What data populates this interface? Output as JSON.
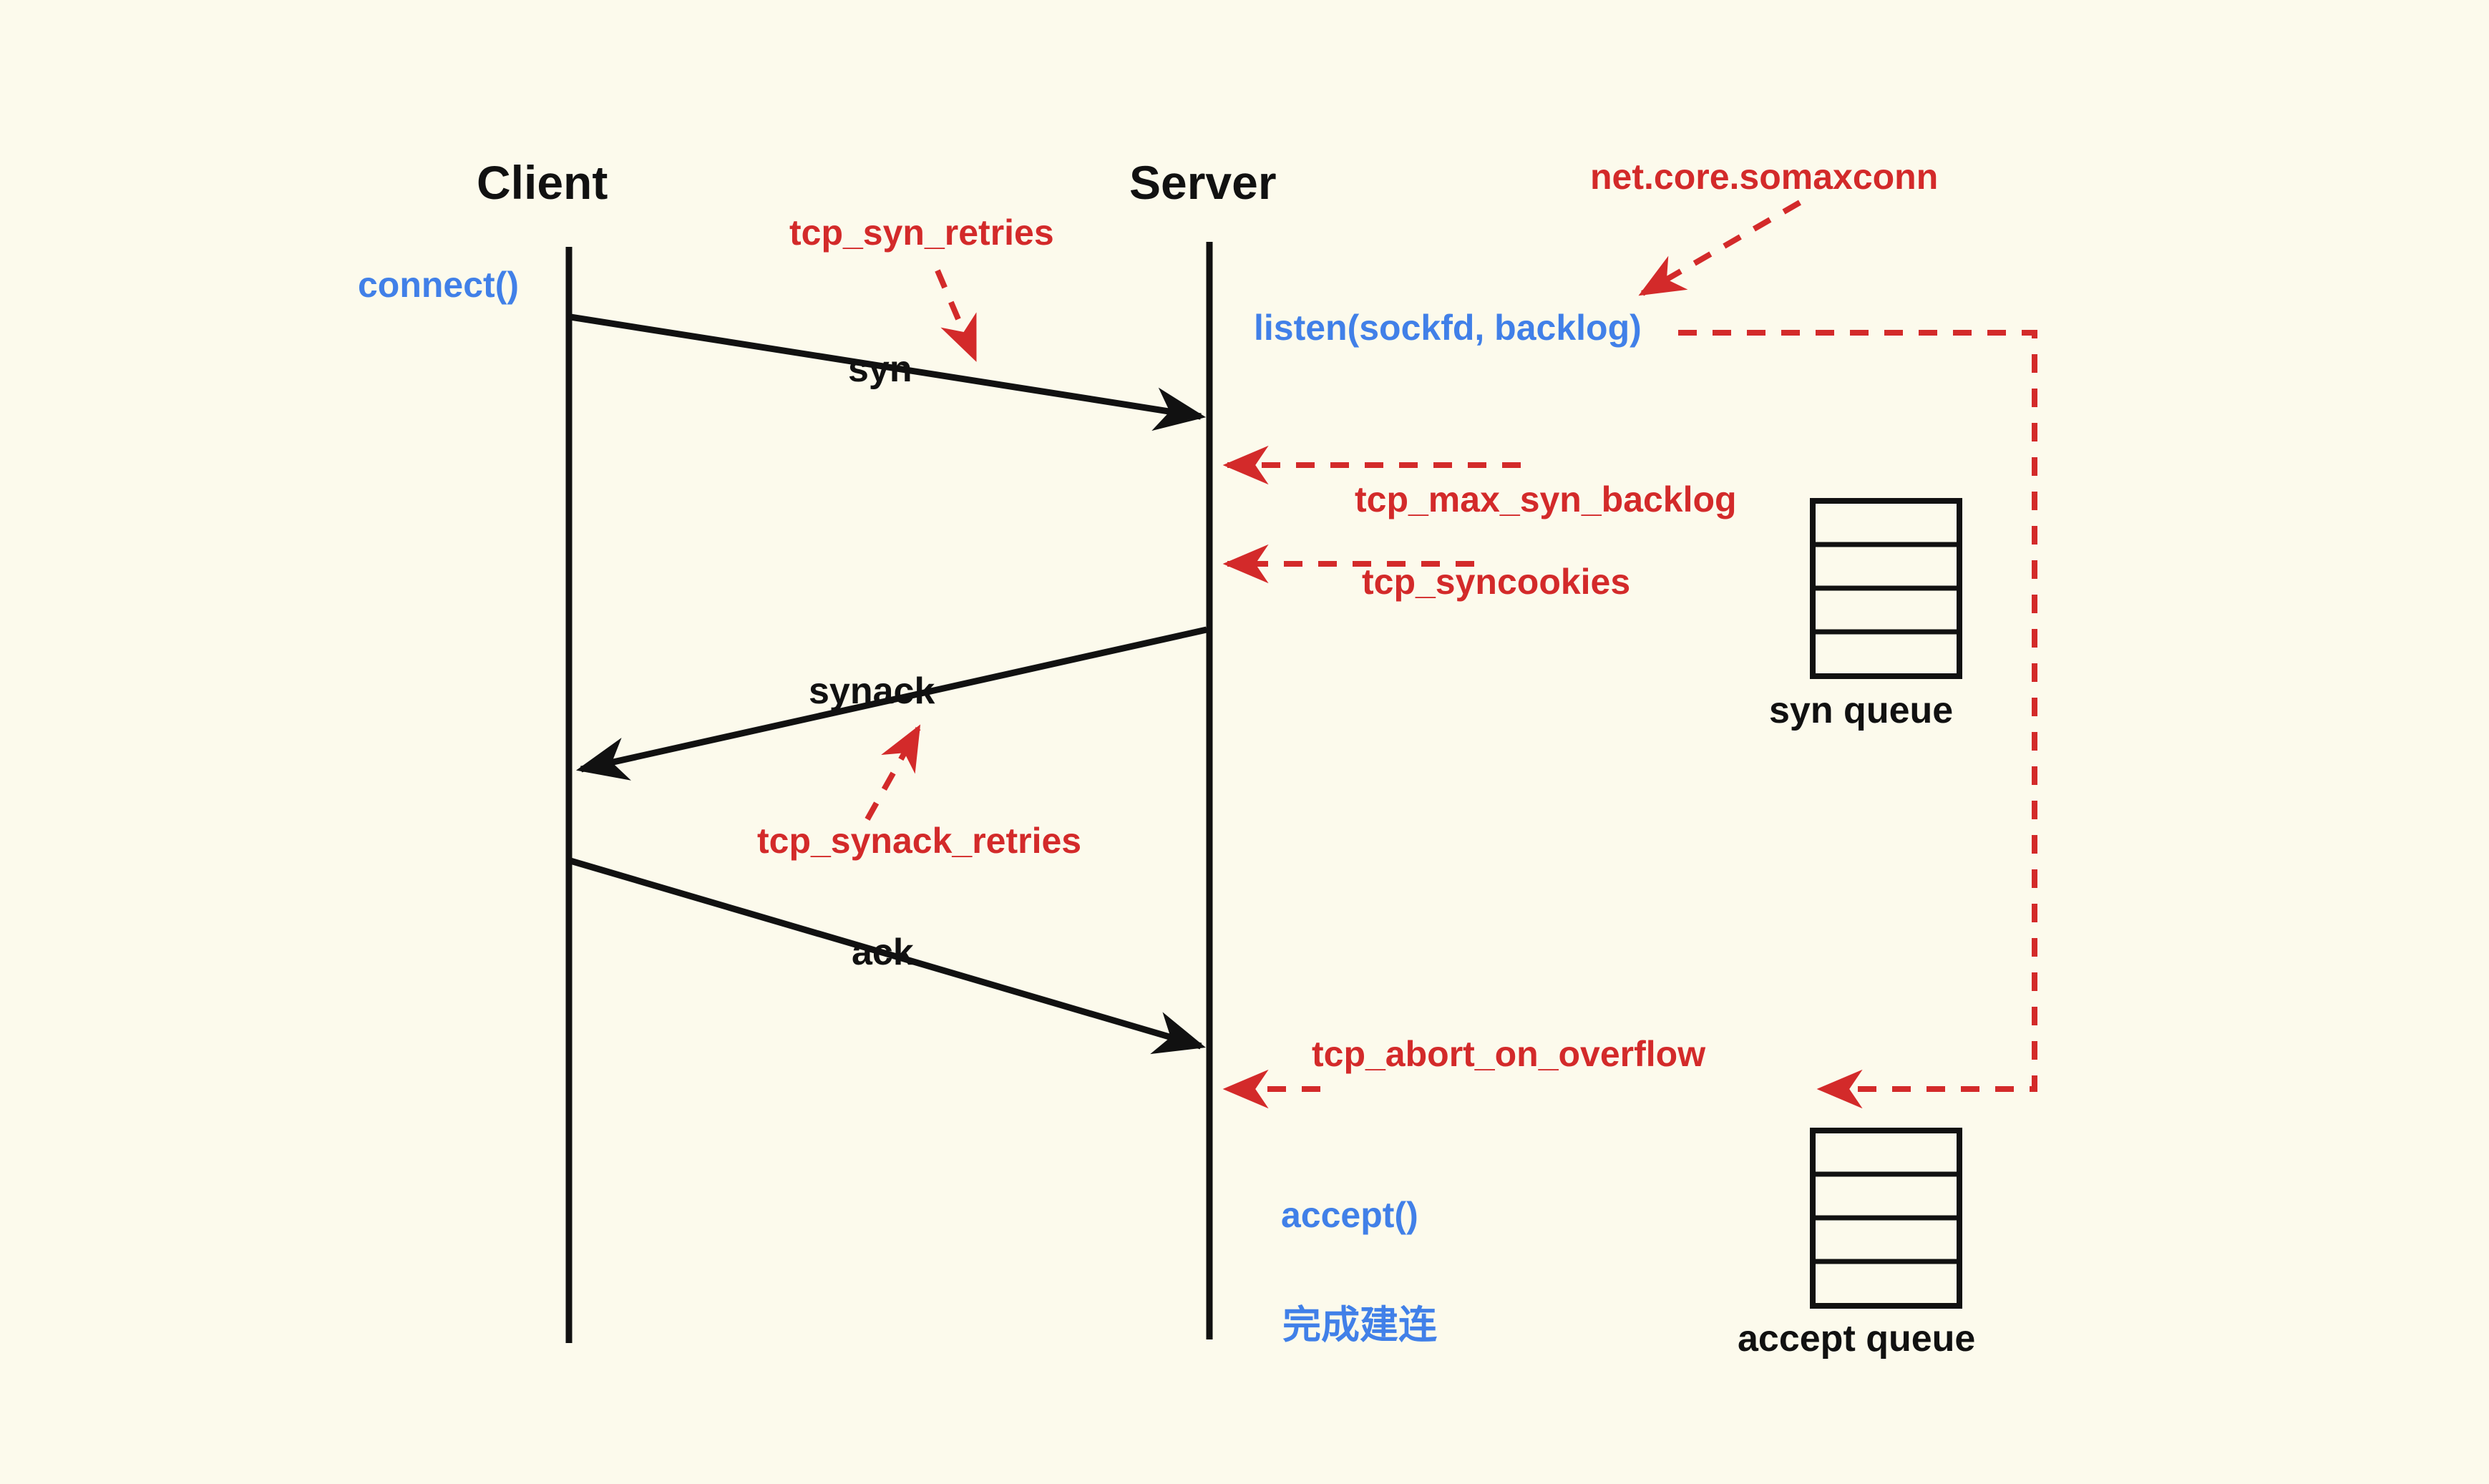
{
  "diagram": {
    "title_client": "Client",
    "title_server": "Server",
    "background_color": "#fcfaec",
    "colors": {
      "black": "#111111",
      "red": "#d32a2a",
      "blue": "#4180e8"
    },
    "messages": [
      {
        "label": "syn",
        "from": "client",
        "to": "server"
      },
      {
        "label": "synack",
        "from": "server",
        "to": "client"
      },
      {
        "label": "ack",
        "from": "client",
        "to": "server"
      }
    ],
    "api_calls": [
      {
        "label": "connect()",
        "side": "client"
      },
      {
        "label": "listen(sockfd, backlog)",
        "side": "server"
      },
      {
        "label": "accept()",
        "side": "server"
      },
      {
        "label": "完成建连",
        "side": "server"
      }
    ],
    "sysctl_params": [
      {
        "label": "tcp_syn_retries",
        "points_to": "syn-message"
      },
      {
        "label": "net.core.somaxconn",
        "points_to": "listen-call"
      },
      {
        "label": "tcp_max_syn_backlog",
        "points_to": "server-lifeline"
      },
      {
        "label": "tcp_syncookies",
        "points_to": "server-lifeline"
      },
      {
        "label": "tcp_synack_retries",
        "points_to": "synack-message"
      },
      {
        "label": "tcp_abort_on_overflow",
        "points_to": "server-lifeline"
      }
    ],
    "queues": [
      {
        "caption": "syn queue",
        "cells": 4
      },
      {
        "caption": "accept queue",
        "cells": 4
      }
    ]
  }
}
